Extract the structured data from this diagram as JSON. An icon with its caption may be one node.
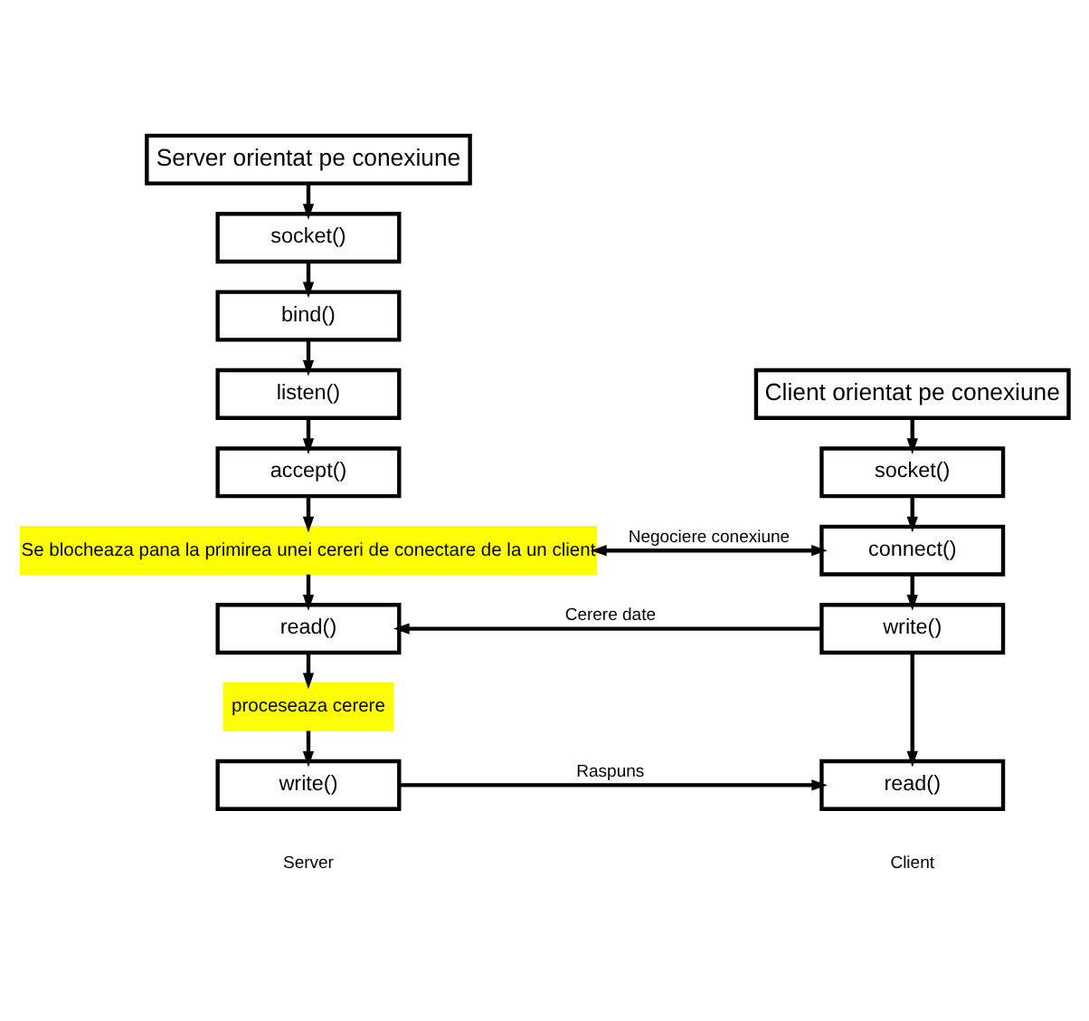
{
  "diagram": {
    "nodes": [
      {
        "text": [
          "Server orientat pe conexiune"
        ]
      },
      {
        "text": [
          "socket()"
        ]
      },
      {
        "text": [
          "bind()"
        ]
      },
      {
        "text": [
          "listen()"
        ]
      },
      {
        "text": [
          "accept()"
        ]
      },
      {
        "text": [
          "Se blocheaza pana la primirea unei cereri de conectare de la un client"
        ]
      },
      {
        "text": [
          "read()"
        ]
      },
      {
        "text": [
          "proceseaza cerere"
        ]
      },
      {
        "text": [
          "write()"
        ]
      },
      {
        "text": [
          "Client orientat pe conexiune"
        ]
      },
      {
        "text": [
          "socket()"
        ]
      },
      {
        "text": [
          "connect()"
        ]
      },
      {
        "text": [
          "write()"
        ]
      },
      {
        "text": [
          "read()"
        ]
      }
    ],
    "edges": [
      {
        "from": 0,
        "to": 1,
        "arrow": "to"
      },
      {
        "from": 1,
        "to": 2,
        "arrow": "to"
      },
      {
        "from": 2,
        "to": 3,
        "arrow": "to"
      },
      {
        "from": 3,
        "to": 4,
        "arrow": "to"
      },
      {
        "from": 4,
        "to": 5,
        "arrow": "to"
      },
      {
        "from": 5,
        "to": 6,
        "arrow": "to"
      },
      {
        "from": 6,
        "to": 7,
        "arrow": "to"
      },
      {
        "from": 7,
        "to": 8,
        "arrow": "to"
      },
      {
        "from": 9,
        "to": 10,
        "arrow": "to"
      },
      {
        "from": 10,
        "to": 11,
        "arrow": "to"
      },
      {
        "from": 11,
        "to": 12,
        "arrow": "to"
      },
      {
        "from": 12,
        "to": 13,
        "arrow": "to"
      },
      {
        "from": 5,
        "to": 11,
        "arrow": "both",
        "label": "Negociere conexiune"
      },
      {
        "from": 12,
        "to": 6,
        "arrow": "to",
        "label": "Cerere date"
      },
      {
        "from": 8,
        "to": 13,
        "arrow": "to",
        "label": "Raspuns"
      }
    ],
    "labels": [
      "Server",
      "Client"
    ]
  }
}
